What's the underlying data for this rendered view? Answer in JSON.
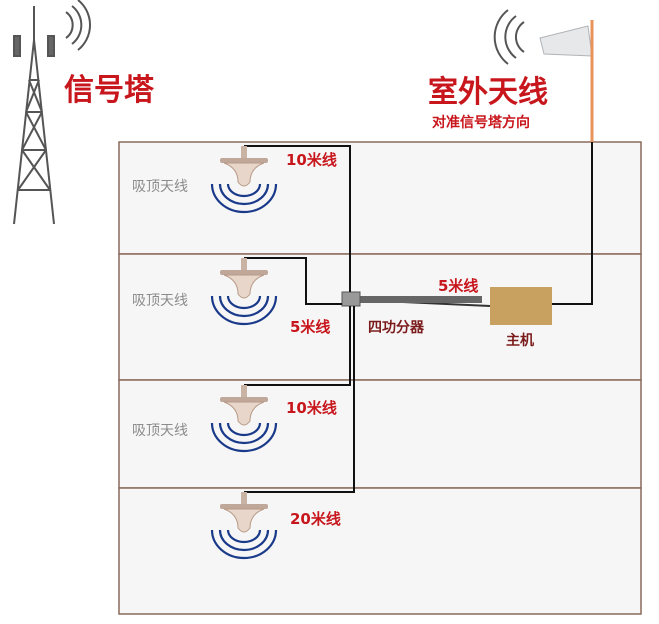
{
  "tower": {
    "title": "信号塔",
    "icon": "cell-tower-icon"
  },
  "outdoor_antenna": {
    "title": "室外天线",
    "subtitle": "对准信号塔方向",
    "icon": "panel-antenna-icon"
  },
  "floors": [
    {
      "label": "吸顶天线",
      "cable_label": "10米线"
    },
    {
      "label": "吸顶天线",
      "cable_label": "5米线"
    },
    {
      "label": "吸顶天线",
      "cable_label": "10米线"
    },
    {
      "label": "",
      "cable_label": "20米线"
    }
  ],
  "splitter": {
    "label": "四功分器",
    "icon": "four-way-splitter-icon"
  },
  "host": {
    "label": "主机",
    "cable_label": "5米线",
    "color": "#c8a060"
  },
  "colors": {
    "title_red": "#c8161d",
    "wall": "#8a6a5a",
    "feeder": "#e8935a",
    "cable": "#111111",
    "signal_wave": "#1a3a8a"
  }
}
